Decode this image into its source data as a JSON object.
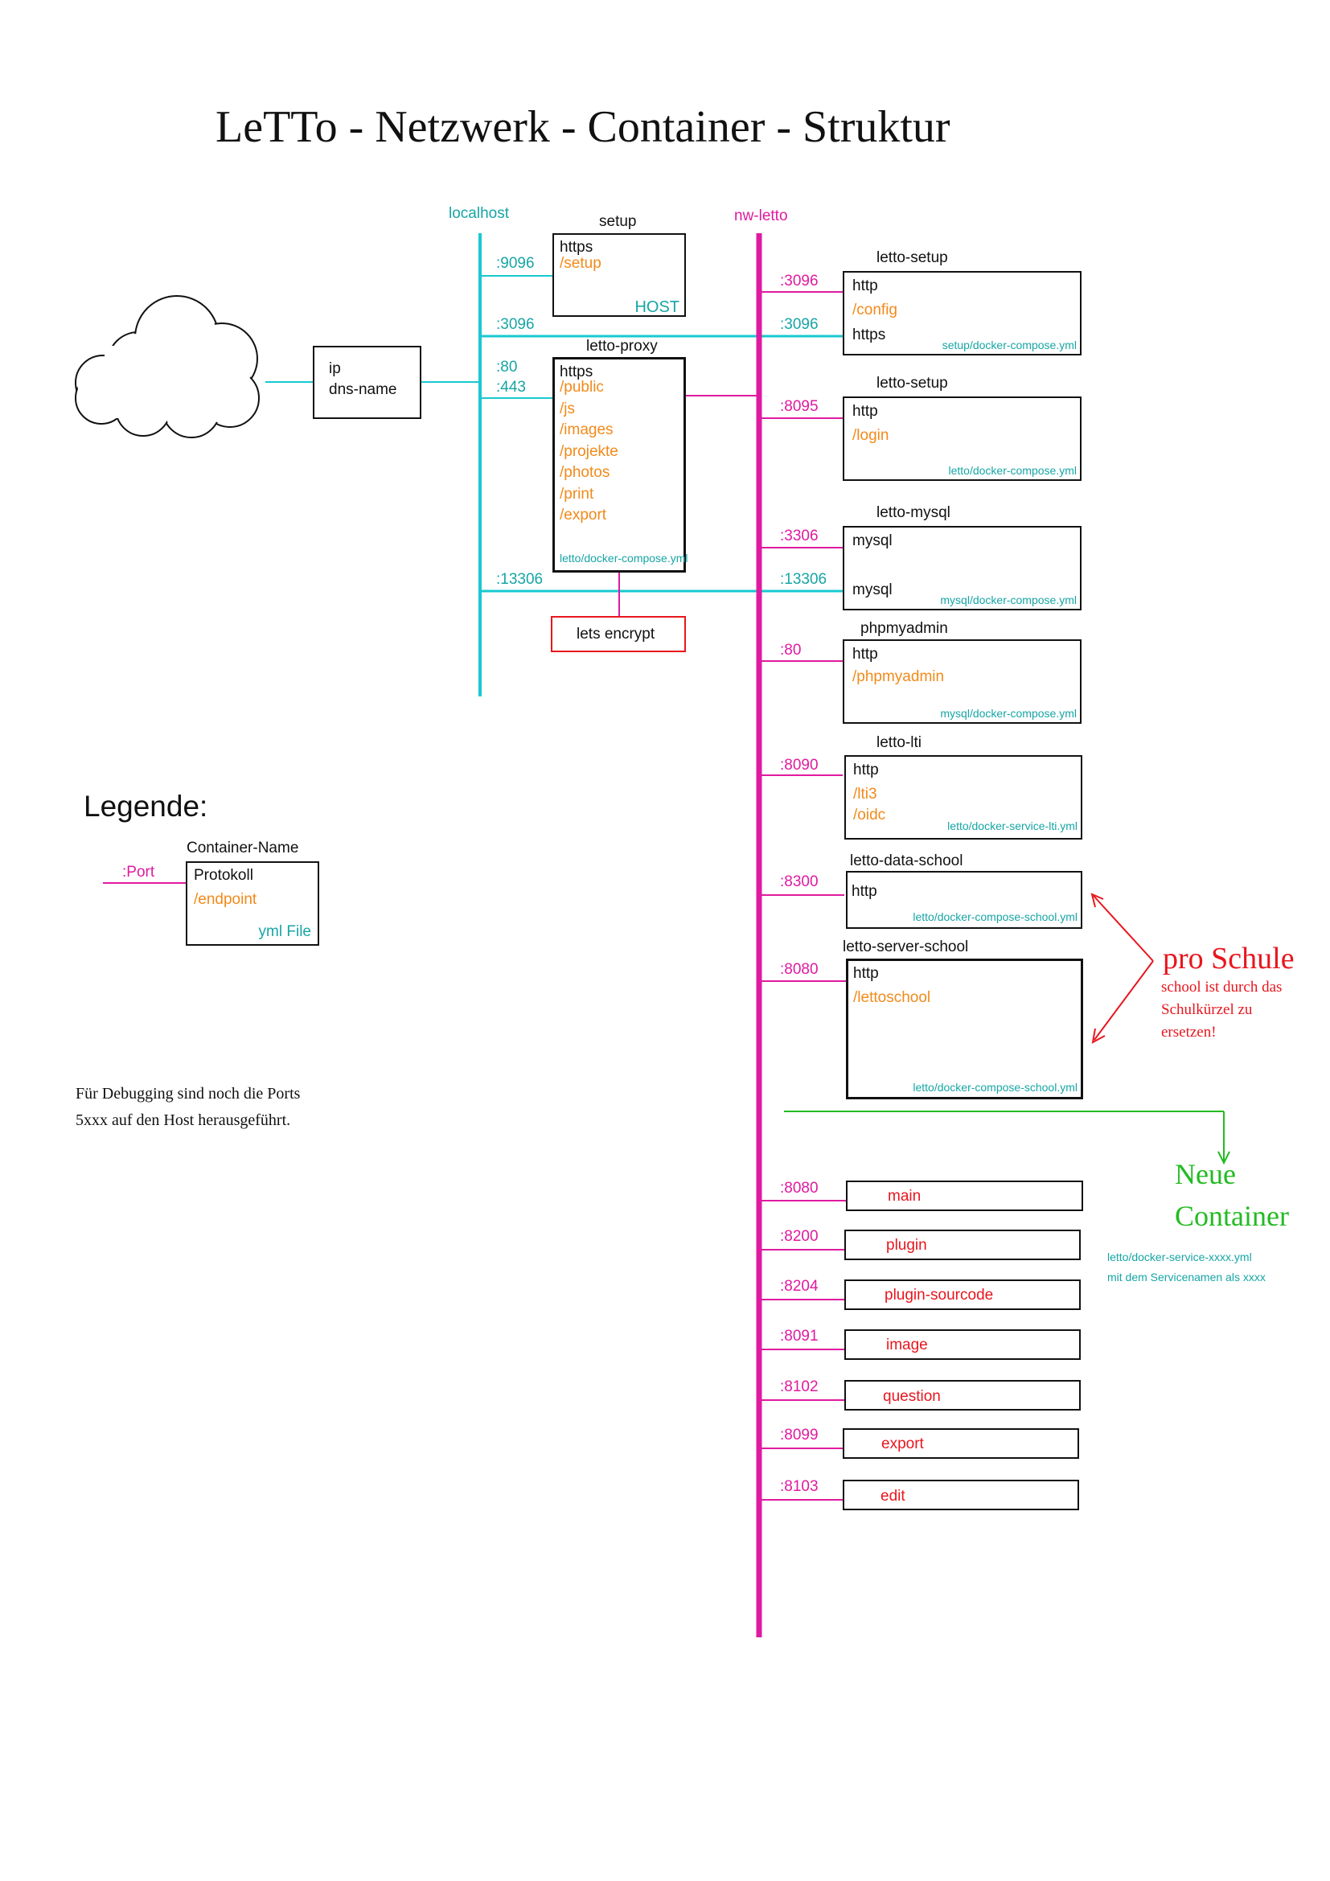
{
  "title": "LeTTo - Netzwerk - Container - Struktur",
  "colors": {
    "localhost": "#17a5a5",
    "nw_letto": "#e01aa0",
    "endpoint": "#f28a1a",
    "red": "#e8161e",
    "green": "#22bb22"
  },
  "host": {
    "line1": "ip",
    "line2": "dns-name"
  },
  "localhost": {
    "label": "localhost",
    "ports": {
      "p9096": ":9096",
      "p3096": ":3096",
      "p80": ":80",
      "p443": ":443",
      "p13306": ":13306"
    }
  },
  "setup": {
    "name": "setup",
    "protocol": "https",
    "endpoint": "/setup",
    "note": "HOST"
  },
  "proxy": {
    "name": "letto-proxy",
    "protocol": "https",
    "endpoints": [
      "/public",
      "/js",
      "/images",
      "/projekte",
      "/photos",
      "/print",
      "/export"
    ],
    "yml": "letto/docker-compose.yml"
  },
  "letsencrypt": {
    "label": "lets encrypt"
  },
  "nw": {
    "label": "nw-letto"
  },
  "containers": [
    {
      "name": "letto-setup",
      "port": ":3096",
      "port2": ":3096",
      "lines": [
        "http",
        "/config",
        "https"
      ],
      "yml": "setup/docker-compose.yml"
    },
    {
      "name": "letto-setup",
      "port": ":8095",
      "lines": [
        "http",
        "/login"
      ],
      "yml": "letto/docker-compose.yml"
    },
    {
      "name": "letto-mysql",
      "port": ":3306",
      "port2": ":13306",
      "lines": [
        "mysql",
        "mysql"
      ],
      "yml": "mysql/docker-compose.yml"
    },
    {
      "name": "phpmyadmin",
      "port": ":80",
      "lines": [
        "http",
        "/phpmyadmin"
      ],
      "yml": "mysql/docker-compose.yml"
    },
    {
      "name": "letto-lti",
      "port": ":8090",
      "lines": [
        "http",
        "/lti3",
        "/oidc"
      ],
      "yml": "letto/docker-service-lti.yml"
    },
    {
      "name": "letto-data-school",
      "port": ":8300",
      "lines": [
        "http"
      ],
      "yml": "letto/docker-compose-school.yml"
    },
    {
      "name": "letto-server-school",
      "port": ":8080",
      "lines": [
        "http",
        "/lettoschool"
      ],
      "yml": "letto/docker-compose-school.yml"
    }
  ],
  "school": {
    "title": "pro Schule",
    "note_lines": [
      "school ist durch das",
      "Schulkürzel zu",
      "ersetzen!"
    ]
  },
  "new_containers": {
    "title_lines": [
      "Neue",
      "Container"
    ],
    "note_lines": [
      "letto/docker-service-xxxx.yml",
      "mit dem Servicenamen als xxxx"
    ],
    "services": [
      {
        "port": ":8080",
        "name": "main"
      },
      {
        "port": ":8200",
        "name": "plugin"
      },
      {
        "port": ":8204",
        "name": "plugin-sourcode"
      },
      {
        "port": ":8091",
        "name": "image"
      },
      {
        "port": ":8102",
        "name": "question"
      },
      {
        "port": ":8099",
        "name": "export"
      },
      {
        "port": ":8103",
        "name": "edit"
      }
    ]
  },
  "legend": {
    "title": "Legende:",
    "container_name": "Container-Name",
    "port": ":Port",
    "protocol": "Protokoll",
    "endpoint": "/endpoint",
    "yml": "yml File"
  },
  "debug_note": [
    "Für Debugging sind noch die Ports",
    "5xxx auf den Host herausgeführt."
  ]
}
